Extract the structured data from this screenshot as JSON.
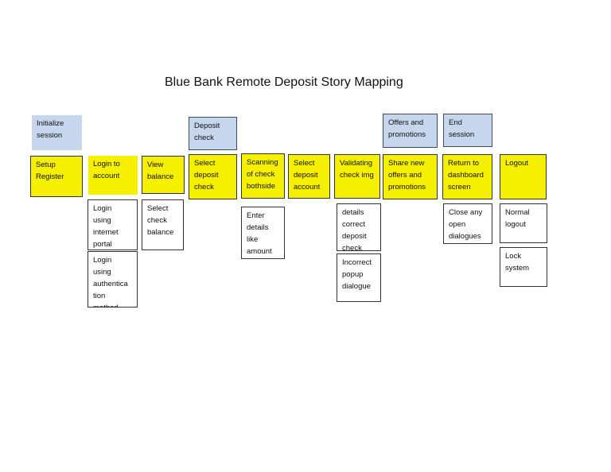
{
  "title": "Blue Bank Remote Deposit Story Mapping",
  "colors": {
    "activity": "#c6d6ec",
    "task": "#f5f000",
    "story": "#ffffff"
  },
  "activities": [
    "Initialize\nsession",
    "Deposit\ncheck",
    "Offers and\npromotions",
    "End\nsession"
  ],
  "tasks": [
    "Setup\nRegister",
    "Login to\naccount",
    "View\nbalance",
    "Select\ndeposit\ncheck",
    "Scanning\nof check\nbothside",
    "Select\ndeposit\naccount",
    "Validating\ncheck img",
    "Share new\noffers and\npromotions",
    "Return to\ndashboard\nscreen",
    "Logout"
  ],
  "stories": [
    "Login\nusing\ninternet\nportal",
    "Login\nusing\nauthentica\ntion\nmethod",
    "Select\ncheck\nbalance",
    "Enter\ndetails\nlike\namount",
    "details\ncorrect\ndeposit\ncheck",
    "Incorrect\npopup\ndialogue",
    "Close any\nopen\ndialogues",
    "Normal\nlogout",
    "Lock\nsystem"
  ]
}
